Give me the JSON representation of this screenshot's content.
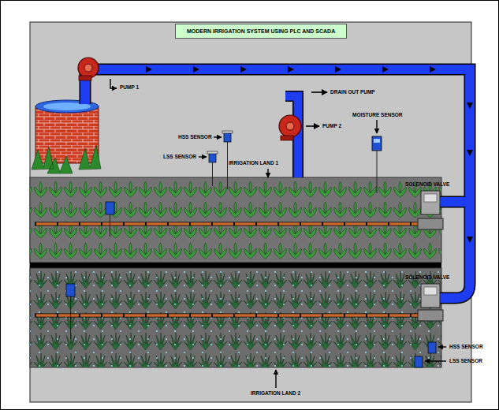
{
  "diagram": {
    "title": "MODERN IRRIGATION SYSTEM USING PLC AND SCADA",
    "labels": [
      "PUMP 1",
      "DRAIN OUT PUMP",
      "PUMP 2",
      "MOISTURE SENSOR",
      "HSS SENSOR",
      "LSS SENSOR",
      "IRRIGATION LAND 1",
      "SOLENOID VALVE",
      "SOLENOID VALVE",
      "HSS SENSOR",
      "LSS SENSOR",
      "IRRIGATION LAND 2"
    ]
  }
}
